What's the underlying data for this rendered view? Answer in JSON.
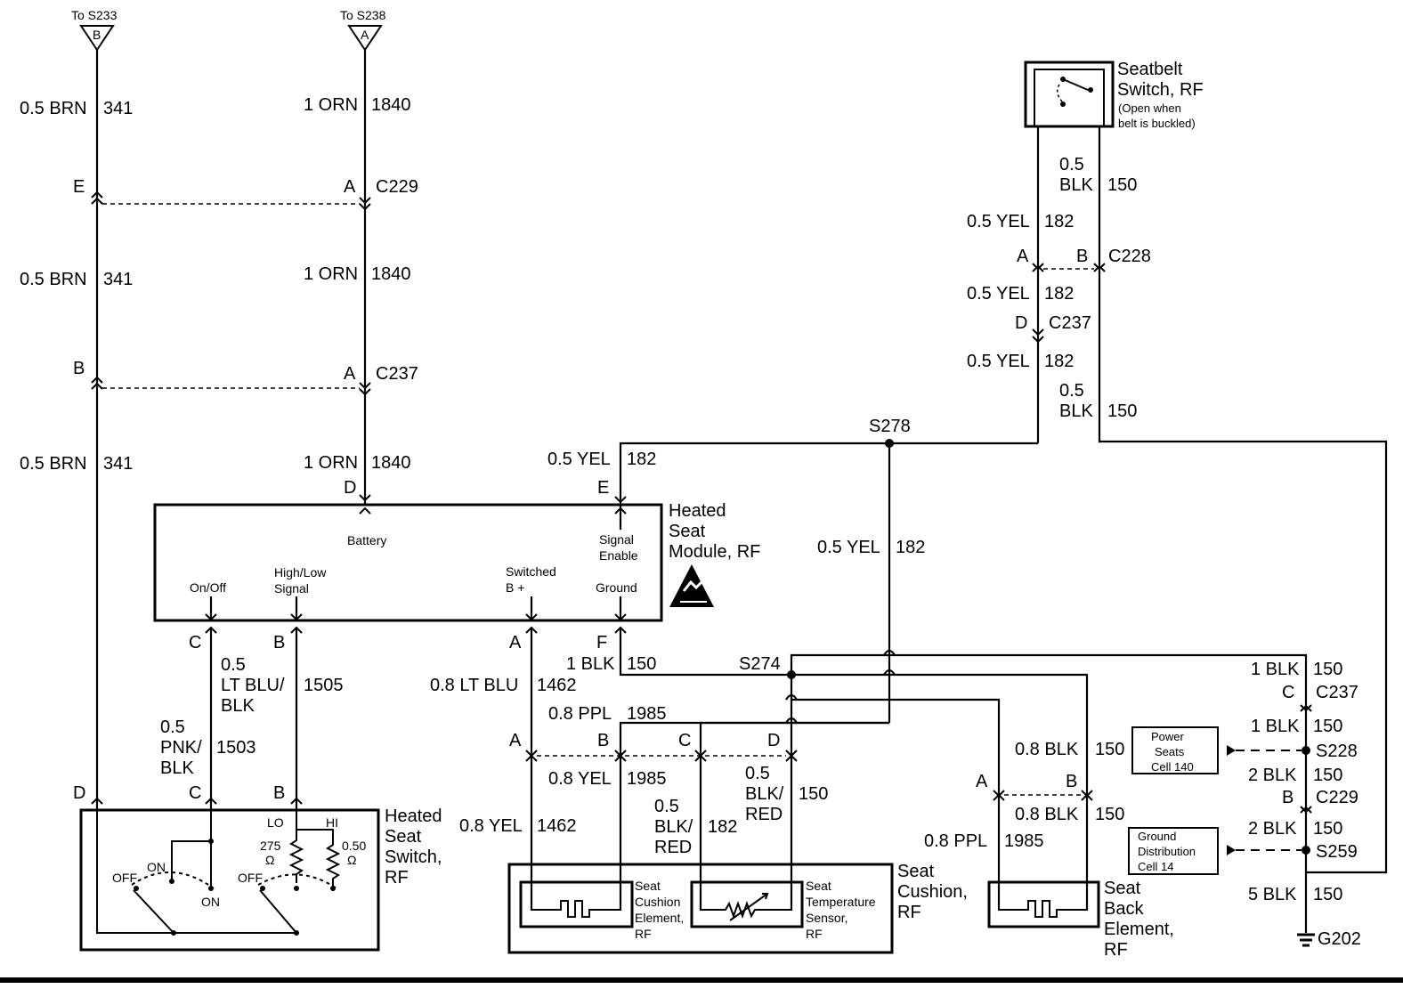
{
  "splice_refs": {
    "left": {
      "to": "To S233",
      "letter": "B"
    },
    "right": {
      "to": "To S238",
      "letter": "A"
    }
  },
  "wires": {
    "w341_1": {
      "gauge": "0.5 BRN",
      "circuit": "341"
    },
    "w341_2": {
      "gauge": "0.5 BRN",
      "circuit": "341"
    },
    "w341_3": {
      "gauge": "0.5 BRN",
      "circuit": "341"
    },
    "w1840_1": {
      "gauge": "1 ORN",
      "circuit": "1840"
    },
    "w1840_2": {
      "gauge": "1 ORN",
      "circuit": "1840"
    },
    "w1840_3": {
      "gauge": "1 ORN",
      "circuit": "1840"
    },
    "w182_module": {
      "gauge": "0.5 YEL",
      "circuit": "182"
    },
    "w182_mid": {
      "gauge": "0.5 YEL",
      "circuit": "182"
    },
    "w182_a": {
      "gauge": "0.5 YEL",
      "circuit": "182"
    },
    "w182_b": {
      "gauge": "0.5 YEL",
      "circuit": "182"
    },
    "w182_c": {
      "gauge": "0.5 YEL",
      "circuit": "182"
    },
    "w150_top": {
      "gauge_1": "0.5",
      "gauge_2": "BLK",
      "circuit": "150"
    },
    "w150_mid": {
      "gauge_1": "0.5",
      "gauge_2": "BLK",
      "circuit": "150"
    },
    "w1505": {
      "gauge_1": "0.5",
      "gauge_2": "LT BLU/",
      "gauge_3": "BLK",
      "circuit": "1505"
    },
    "w1503": {
      "gauge_1": "0.5",
      "gauge_2": "PNK/",
      "gauge_3": "BLK",
      "circuit": "1503"
    },
    "w1462": {
      "gauge": "0.8 LT BLU",
      "circuit": "1462"
    },
    "w150_f": {
      "gauge": "1 BLK",
      "circuit": "150"
    },
    "w1985_top": {
      "gauge": "0.8 PPL",
      "circuit": "1985"
    },
    "w1462_low": {
      "gauge": "0.8 YEL",
      "circuit": "1462"
    },
    "w1985_low": {
      "gauge": "0.8 YEL",
      "circuit": "1985"
    },
    "w182_low": {
      "gauge_1": "0.5",
      "gauge_2": "BLK/",
      "gauge_3": "RED",
      "circuit": "182"
    },
    "w150_low": {
      "gauge_1": "0.5",
      "gauge_2": "BLK/",
      "gauge_3": "RED",
      "circuit": "150"
    },
    "w150_back_a": {
      "gauge": "0.8 BLK",
      "circuit": "150"
    },
    "w150_back_b": {
      "gauge": "0.8 BLK",
      "circuit": "150"
    },
    "w1985_back": {
      "gauge": "0.8 PPL",
      "circuit": "1985"
    },
    "w150_r1": {
      "gauge": "1 BLK",
      "circuit": "150"
    },
    "w150_r2": {
      "gauge": "1 BLK",
      "circuit": "150"
    },
    "w150_r3": {
      "gauge": "2 BLK",
      "circuit": "150"
    },
    "w150_r4": {
      "gauge": "2 BLK",
      "circuit": "150"
    },
    "w150_r5": {
      "gauge": "5 BLK",
      "circuit": "150"
    }
  },
  "connectors": {
    "c229_top": "C229",
    "c237_top": "C237",
    "c228": "C228",
    "c237_right": "C237",
    "c237_gnd": "C237",
    "c229_gnd": "C229"
  },
  "pins": {
    "E": "E",
    "A": "A",
    "B": "B",
    "D": "D",
    "C": "C",
    "F": "F"
  },
  "splices": {
    "s278": "S278",
    "s274": "S274",
    "s228": "S228",
    "s259": "S259",
    "g202": "G202"
  },
  "components": {
    "module": {
      "name_1": "Heated",
      "name_2": "Seat",
      "name_3": "Module, RF",
      "battery": "Battery",
      "signal_1": "Signal",
      "signal_2": "Enable",
      "onoff": "On/Off",
      "highlow_1": "High/Low",
      "highlow_2": "Signal",
      "switched_1": "Switched",
      "switched_2": "B +",
      "ground": "Ground"
    },
    "seatbelt": {
      "name_1": "Seatbelt",
      "name_2": "Switch, RF",
      "note_1": "(Open when",
      "note_2": "belt is buckled)"
    },
    "heated_switch": {
      "name_1": "Heated",
      "name_2": "Seat",
      "name_3": "Switch,",
      "name_4": "RF",
      "lo": "LO",
      "hi": "HI",
      "r1_val": "275",
      "r2_val": "0.50",
      "ohm": "Ω",
      "off1": "OFF",
      "on1": "ON",
      "on2": "ON",
      "off2": "OFF"
    },
    "cushion": {
      "name_1": "Seat",
      "name_2": "Cushion,",
      "name_3": "RF",
      "elem_1": "Seat",
      "elem_2": "Cushion",
      "elem_3": "Element,",
      "elem_4": "RF",
      "temp_1": "Seat",
      "temp_2": "Temperature",
      "temp_3": "Sensor,",
      "temp_4": "RF"
    },
    "back": {
      "name_1": "Seat",
      "name_2": "Back",
      "name_3": "Element,",
      "name_4": "RF"
    },
    "power_seats": {
      "l1": "Power",
      "l2": "Seats",
      "l3": "Cell 140"
    },
    "ground_dist": {
      "l1": "Ground",
      "l2": "Distribution",
      "l3": "Cell 14"
    }
  },
  "icons": [
    "esd-warning-icon",
    "ground-symbol-icon",
    "resistor-icon",
    "thermistor-icon",
    "heater-element-icon",
    "switch-icon"
  ]
}
